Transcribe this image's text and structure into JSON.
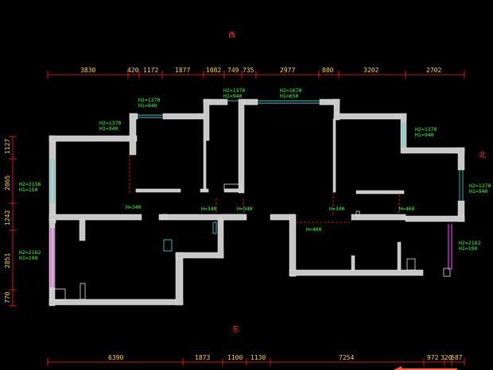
{
  "directions": {
    "west": "西",
    "east": "东",
    "north": "北"
  },
  "top_dimensions": [
    "3830",
    "420",
    "1172",
    "1877",
    "1082",
    "749",
    "735",
    "2977",
    "880",
    "3202",
    "2702"
  ],
  "bottom_dimensions": [
    "6390",
    "1873",
    "1100",
    "1130",
    "7254",
    "972",
    "320",
    "587"
  ],
  "left_dimensions": [
    "1127",
    "2065",
    "1242",
    "2851",
    "770"
  ],
  "window_labels": [
    {
      "h2": "H2=1370",
      "h1": "H1=940"
    },
    {
      "h2": "H2=1370",
      "h1": "H1=940"
    },
    {
      "h2": "H2=1670",
      "h1": "H1=650"
    },
    {
      "h2": "H2=1370",
      "h1": "H1=940"
    },
    {
      "h2": "H2=1370",
      "h1": "H1=940"
    },
    {
      "h2": "H2=1370",
      "h1": "H1=940"
    },
    {
      "h2": "H2=2156",
      "h1": "H1=150"
    },
    {
      "h2": "H2=2162",
      "h1": "H1=190"
    },
    {
      "h2": "H2=2162",
      "h1": "H1=190"
    }
  ],
  "door_heights": [
    "H=340",
    "H=340",
    "H=340",
    "H=340",
    "H=460",
    "H=400"
  ],
  "colors": {
    "background": "#000000",
    "wall": "#c8c8c8",
    "dimension": "#ffd23c",
    "label": "#3cff3c",
    "direction": "#ff3030",
    "window": "#40c8c8",
    "glass_door": "#e040e0"
  }
}
